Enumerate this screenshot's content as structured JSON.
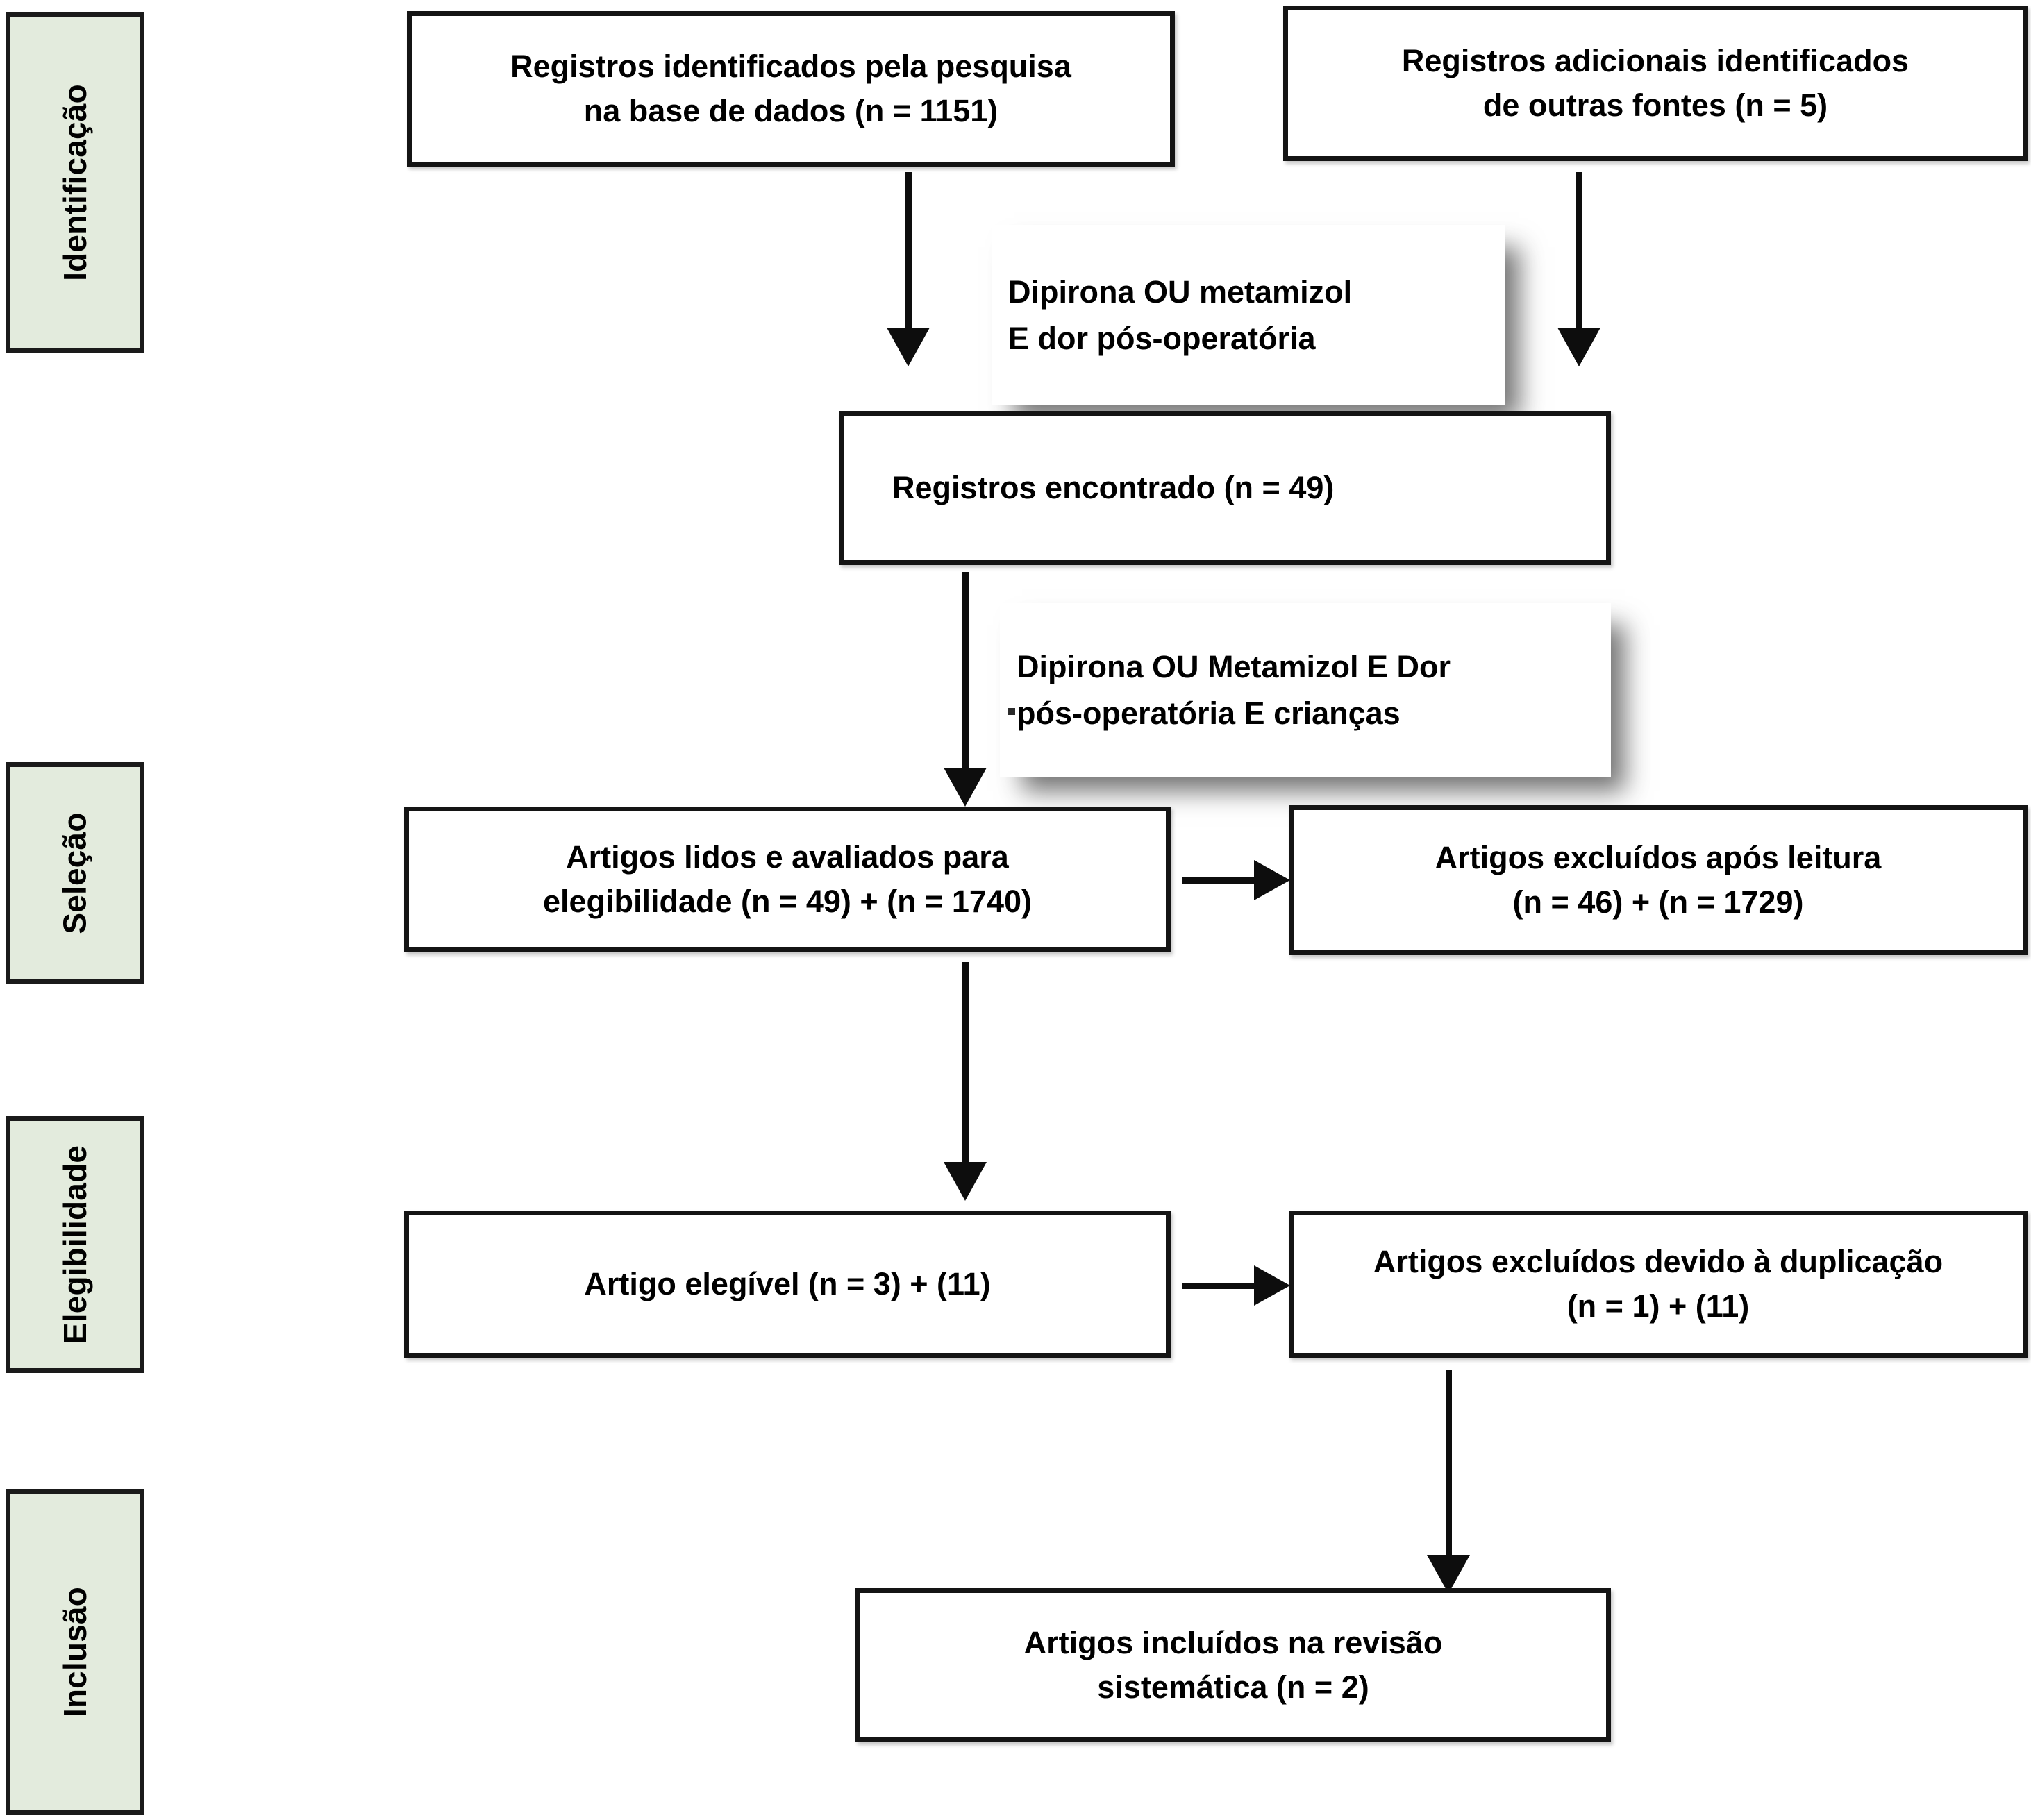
{
  "diagram": {
    "title": "PRISMA flow diagram",
    "language": "pt-BR",
    "colors": {
      "stage_label_fill": "#e3ebdd",
      "border": "#141414",
      "text": "#000000",
      "background": "#ffffff",
      "arrow": "#0d0d0d"
    }
  },
  "stages": [
    {
      "id": "identificacao",
      "label": "Identificação"
    },
    {
      "id": "selecao",
      "label": "Seleção"
    },
    {
      "id": "elegibilidade",
      "label": "Elegibilidade"
    },
    {
      "id": "inclusao",
      "label": "Inclusão"
    }
  ],
  "boxes": {
    "records_database": {
      "line1": "Registros identificados pela pesquisa",
      "line2": "na base de dados (n = 1151)",
      "n": 1151
    },
    "records_other_sources": {
      "line1": "Registros adicionais identificados",
      "line2": "de outras fontes (n = 5)",
      "n": 5
    },
    "records_found": {
      "line1": "Registros encontrado (n = 49)",
      "line2": "",
      "n": 49
    },
    "articles_assessed": {
      "line1": "Artigos lidos e avaliados para",
      "line2": "elegibilidade (n = 49) + (n = 1740)",
      "n": 49,
      "n2": 1740
    },
    "articles_excluded_reading": {
      "line1": "Artigos excluídos após leitura",
      "line2": "(n = 46) + (n = 1729)",
      "n": 46,
      "n2": 1729
    },
    "article_eligible": {
      "line1": "Artigo elegível (n = 3) + (11)",
      "line2": "",
      "n": 3,
      "n2": 11
    },
    "articles_excluded_duplication": {
      "line1": "Artigos excluídos devido à duplicação",
      "line2": "(n = 1) + (11)",
      "n": 1,
      "n2": 11
    },
    "articles_included": {
      "line1": "Artigos incluídos na revisão",
      "line2": "sistemática (n = 2)",
      "n": 2
    }
  },
  "annotations": {
    "search_terms_1": {
      "line1": "Dipirona OU metamizol",
      "line2": "E dor pós-operatória"
    },
    "search_terms_2": {
      "line1": "Dipirona OU Metamizol E Dor",
      "line2": "pós-operatória E crianças"
    }
  },
  "arrows": [
    {
      "id": "arrow-db-to-found",
      "direction": "down"
    },
    {
      "id": "arrow-other-to-found",
      "direction": "down"
    },
    {
      "id": "arrow-found-to-assessed",
      "direction": "down"
    },
    {
      "id": "arrow-assessed-to-excluded",
      "direction": "right"
    },
    {
      "id": "arrow-assessed-to-eligible",
      "direction": "down"
    },
    {
      "id": "arrow-eligible-to-duplication",
      "direction": "right"
    },
    {
      "id": "arrow-duplication-to-included",
      "direction": "down"
    }
  ]
}
